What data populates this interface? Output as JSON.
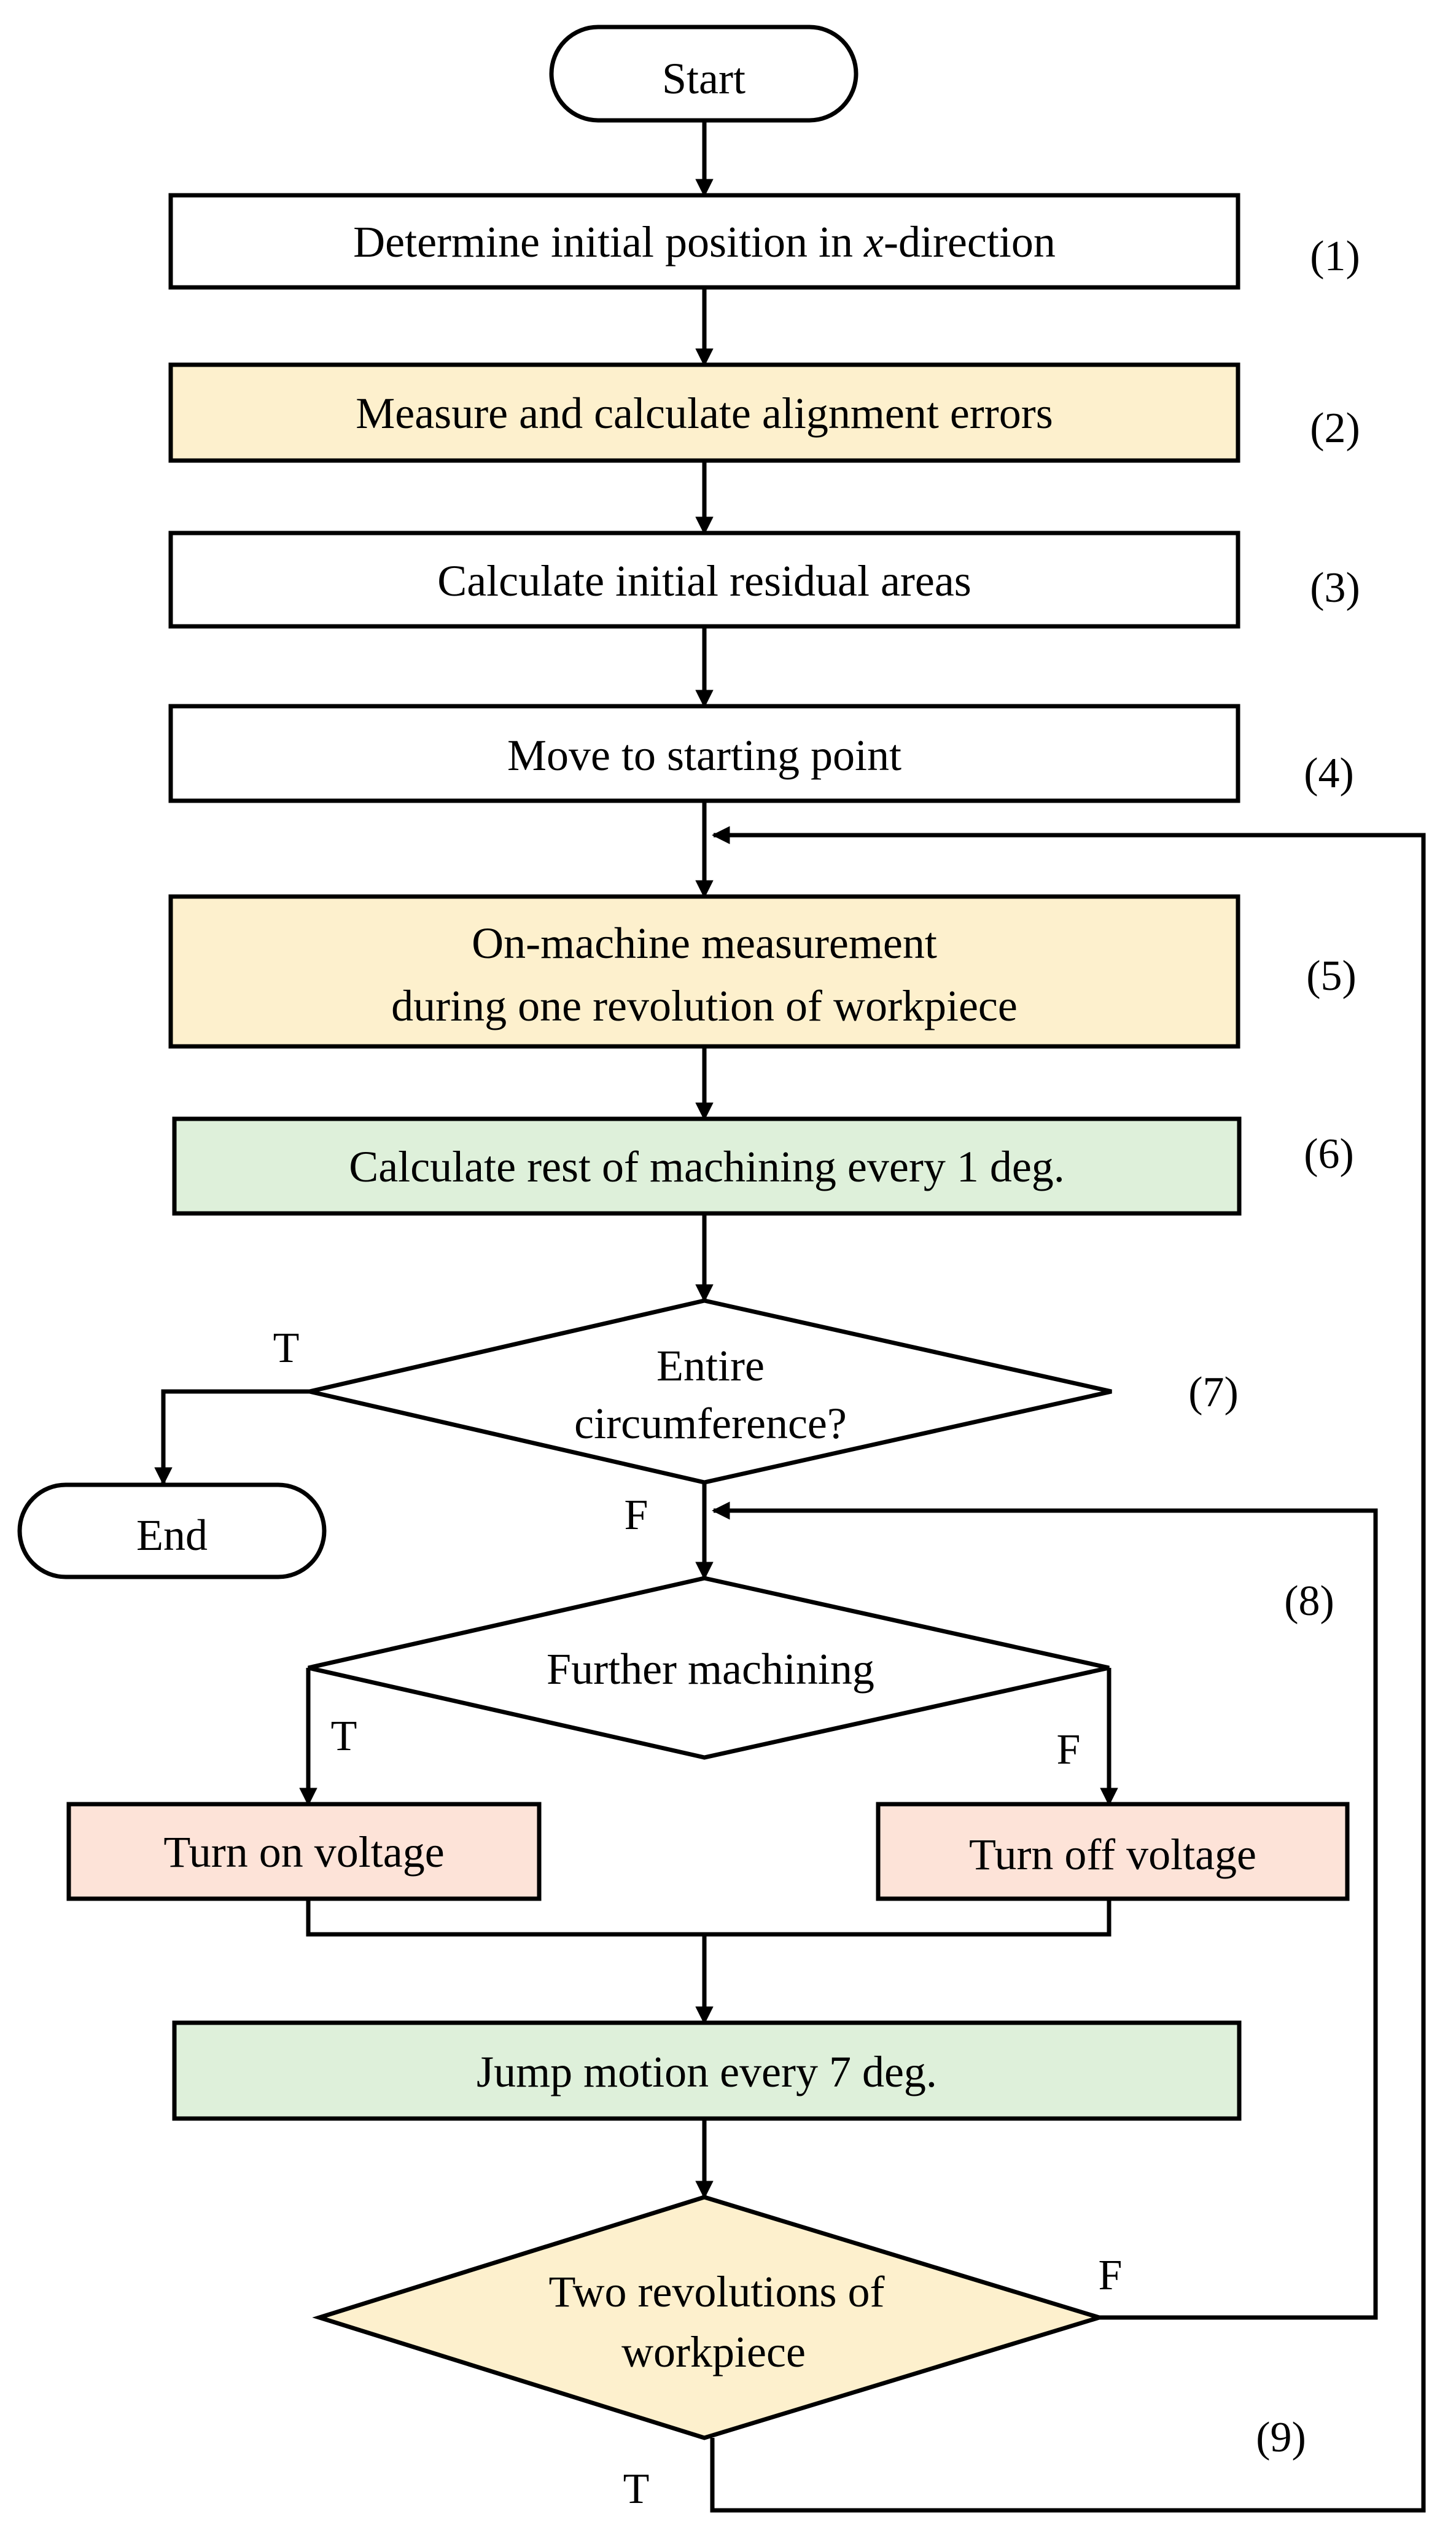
{
  "colors": {
    "white": "#ffffff",
    "yellow": "#fdf0cd",
    "green": "#def0da",
    "pink": "#fde3d8",
    "stroke": "#000000"
  },
  "nodes": {
    "start": "Start",
    "determine": [
      "Determine initial position in ",
      "x",
      "-direction"
    ],
    "measure": "Measure and calculate alignment errors",
    "residual": "Calculate initial residual areas",
    "move": "Move to starting point",
    "onmachine": [
      "On-machine measurement",
      "during one revolution of workpiece"
    ],
    "calcrest": "Calculate rest of machining every 1 deg.",
    "entire": [
      "Entire",
      "circumference?"
    ],
    "end": "End",
    "further": "Further machining",
    "turnon": "Turn on voltage",
    "turnoff": "Turn off voltage",
    "jump": "Jump motion every 7 deg.",
    "tworev": [
      "Two revolutions of",
      "workpiece"
    ]
  },
  "steps": [
    "(1)",
    "(2)",
    "(3)",
    "(4)",
    "(5)",
    "(6)",
    "(7)",
    "(8)",
    "(9)"
  ],
  "branch_labels": {
    "entire_true": "T",
    "entire_false": "F",
    "further_true": "T",
    "further_false": "F",
    "tworev_false": "F",
    "tworev_true": "T"
  }
}
